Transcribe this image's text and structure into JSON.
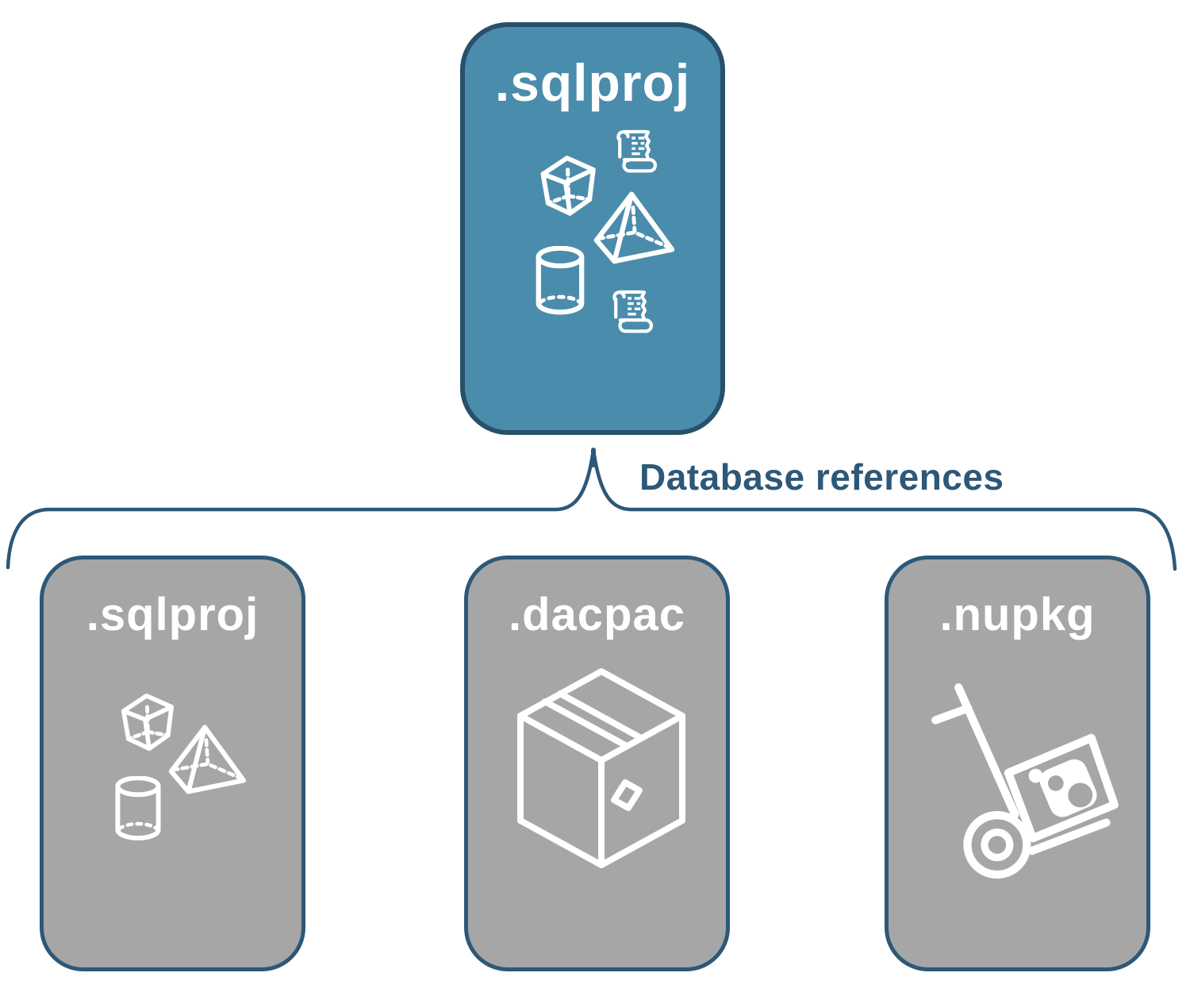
{
  "diagram": {
    "root_node": {
      "label": ".sqlproj",
      "fill": "#4A8CAB",
      "border": "#27506B",
      "icons": [
        "scroll-icon",
        "cube-icon",
        "pyramid-icon",
        "cylinder-icon",
        "scroll-icon"
      ]
    },
    "connector": {
      "label": "Database references",
      "color": "#2D5878",
      "shape": "upward-curly-brace"
    },
    "child_nodes": [
      {
        "id": "sqlproj",
        "label": ".sqlproj",
        "fill": "#A6A6A6",
        "border": "#2D5878",
        "icons": [
          "cube-icon",
          "pyramid-icon",
          "cylinder-icon"
        ]
      },
      {
        "id": "dacpac",
        "label": ".dacpac",
        "fill": "#A6A6A6",
        "border": "#2D5878",
        "icons": [
          "package-box-icon"
        ]
      },
      {
        "id": "nupkg",
        "label": ".nupkg",
        "fill": "#A6A6A6",
        "border": "#2D5878",
        "icons": [
          "nuget-hand-truck-icon"
        ]
      }
    ],
    "colors": {
      "background": "#FFFFFF",
      "label_text": "#FFFFFF",
      "icon_stroke": "#FFFFFF"
    }
  }
}
